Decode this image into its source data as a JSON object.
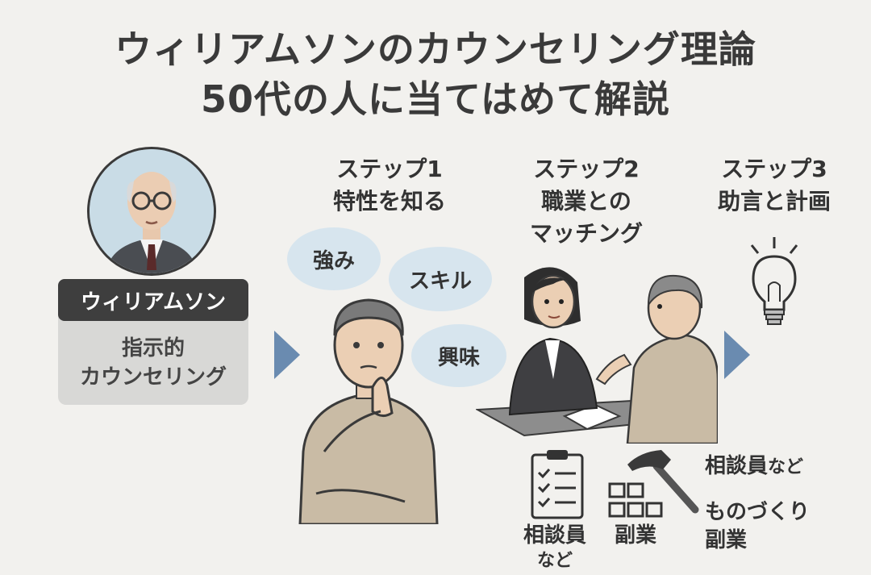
{
  "title": {
    "line1": "ウィリアムソンのカウンセリング理論",
    "line2": "50代の人に当てはめて解説"
  },
  "person": {
    "name": "ウィリアムソン",
    "method_line1": "指示的",
    "method_line2": "カウンセリング"
  },
  "steps": [
    {
      "heading_line1": "ステップ1",
      "heading_line2": "特性を知る",
      "heading_line3": ""
    },
    {
      "heading_line1": "ステップ2",
      "heading_line2": "職業との",
      "heading_line3": "マッチング"
    },
    {
      "heading_line1": "ステップ3",
      "heading_line2": "助言と計画",
      "heading_line3": ""
    }
  ],
  "bubbles": {
    "strength": "強み",
    "skill": "スキル",
    "interest": "興味"
  },
  "jobs": {
    "counselor": "相談員",
    "counselor_suffix": "など",
    "side_job": "副業",
    "counselor_top": "相談員",
    "counselor_top_suffix": "など",
    "craft_line1": "ものづくり",
    "craft_line2": "副業"
  },
  "colors": {
    "background": "#f2f1ee",
    "arrow": "#6a8bb0",
    "bubble": "#d7e5ee",
    "badge": "#3e3e3e",
    "method_box": "#d8d8d6"
  },
  "icons": [
    "portrait-icon",
    "arrow-right-icon",
    "person-thinking-icon",
    "counseling-scene-icon",
    "lightbulb-icon",
    "checklist-icon",
    "blocks-icon",
    "hammer-icon"
  ]
}
